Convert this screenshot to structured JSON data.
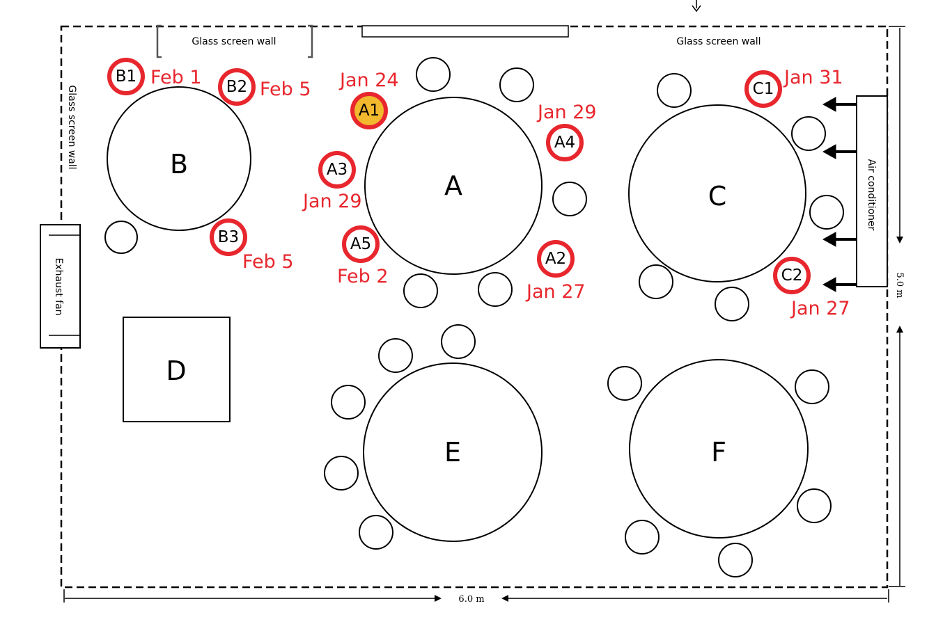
{
  "colors": {
    "line": "#000000",
    "case_ring": "#e8262d",
    "case_text": "#e8262d",
    "index_case_fill": "#f2b82e"
  },
  "room": {
    "glass_wall_top_left": "Glass screen wall",
    "glass_wall_top_right": "Glass screen wall",
    "glass_wall_left": "Glass screen wall",
    "exhaust_fan": "Exhaust fan",
    "air_conditioner": "Air conditioner",
    "width_label": "6.0 m",
    "depth_label": "5.0 m"
  },
  "tables": {
    "A": "A",
    "B": "B",
    "C": "C",
    "D": "D",
    "E": "E",
    "F": "F"
  },
  "cases": {
    "A1": {
      "label": "A1",
      "date": "Jan 24",
      "index_case": true
    },
    "A2": {
      "label": "A2",
      "date": "Jan 27"
    },
    "A3": {
      "label": "A3",
      "date": "Jan 29"
    },
    "A4": {
      "label": "A4",
      "date": "Jan 29"
    },
    "A5": {
      "label": "A5",
      "date": "Feb 2"
    },
    "B1": {
      "label": "B1",
      "date": "Feb 1"
    },
    "B2": {
      "label": "B2",
      "date": "Feb 5"
    },
    "B3": {
      "label": "B3",
      "date": "Feb 5"
    },
    "C1": {
      "label": "C1",
      "date": "Jan 31"
    },
    "C2": {
      "label": "C2",
      "date": "Jan 27"
    }
  }
}
